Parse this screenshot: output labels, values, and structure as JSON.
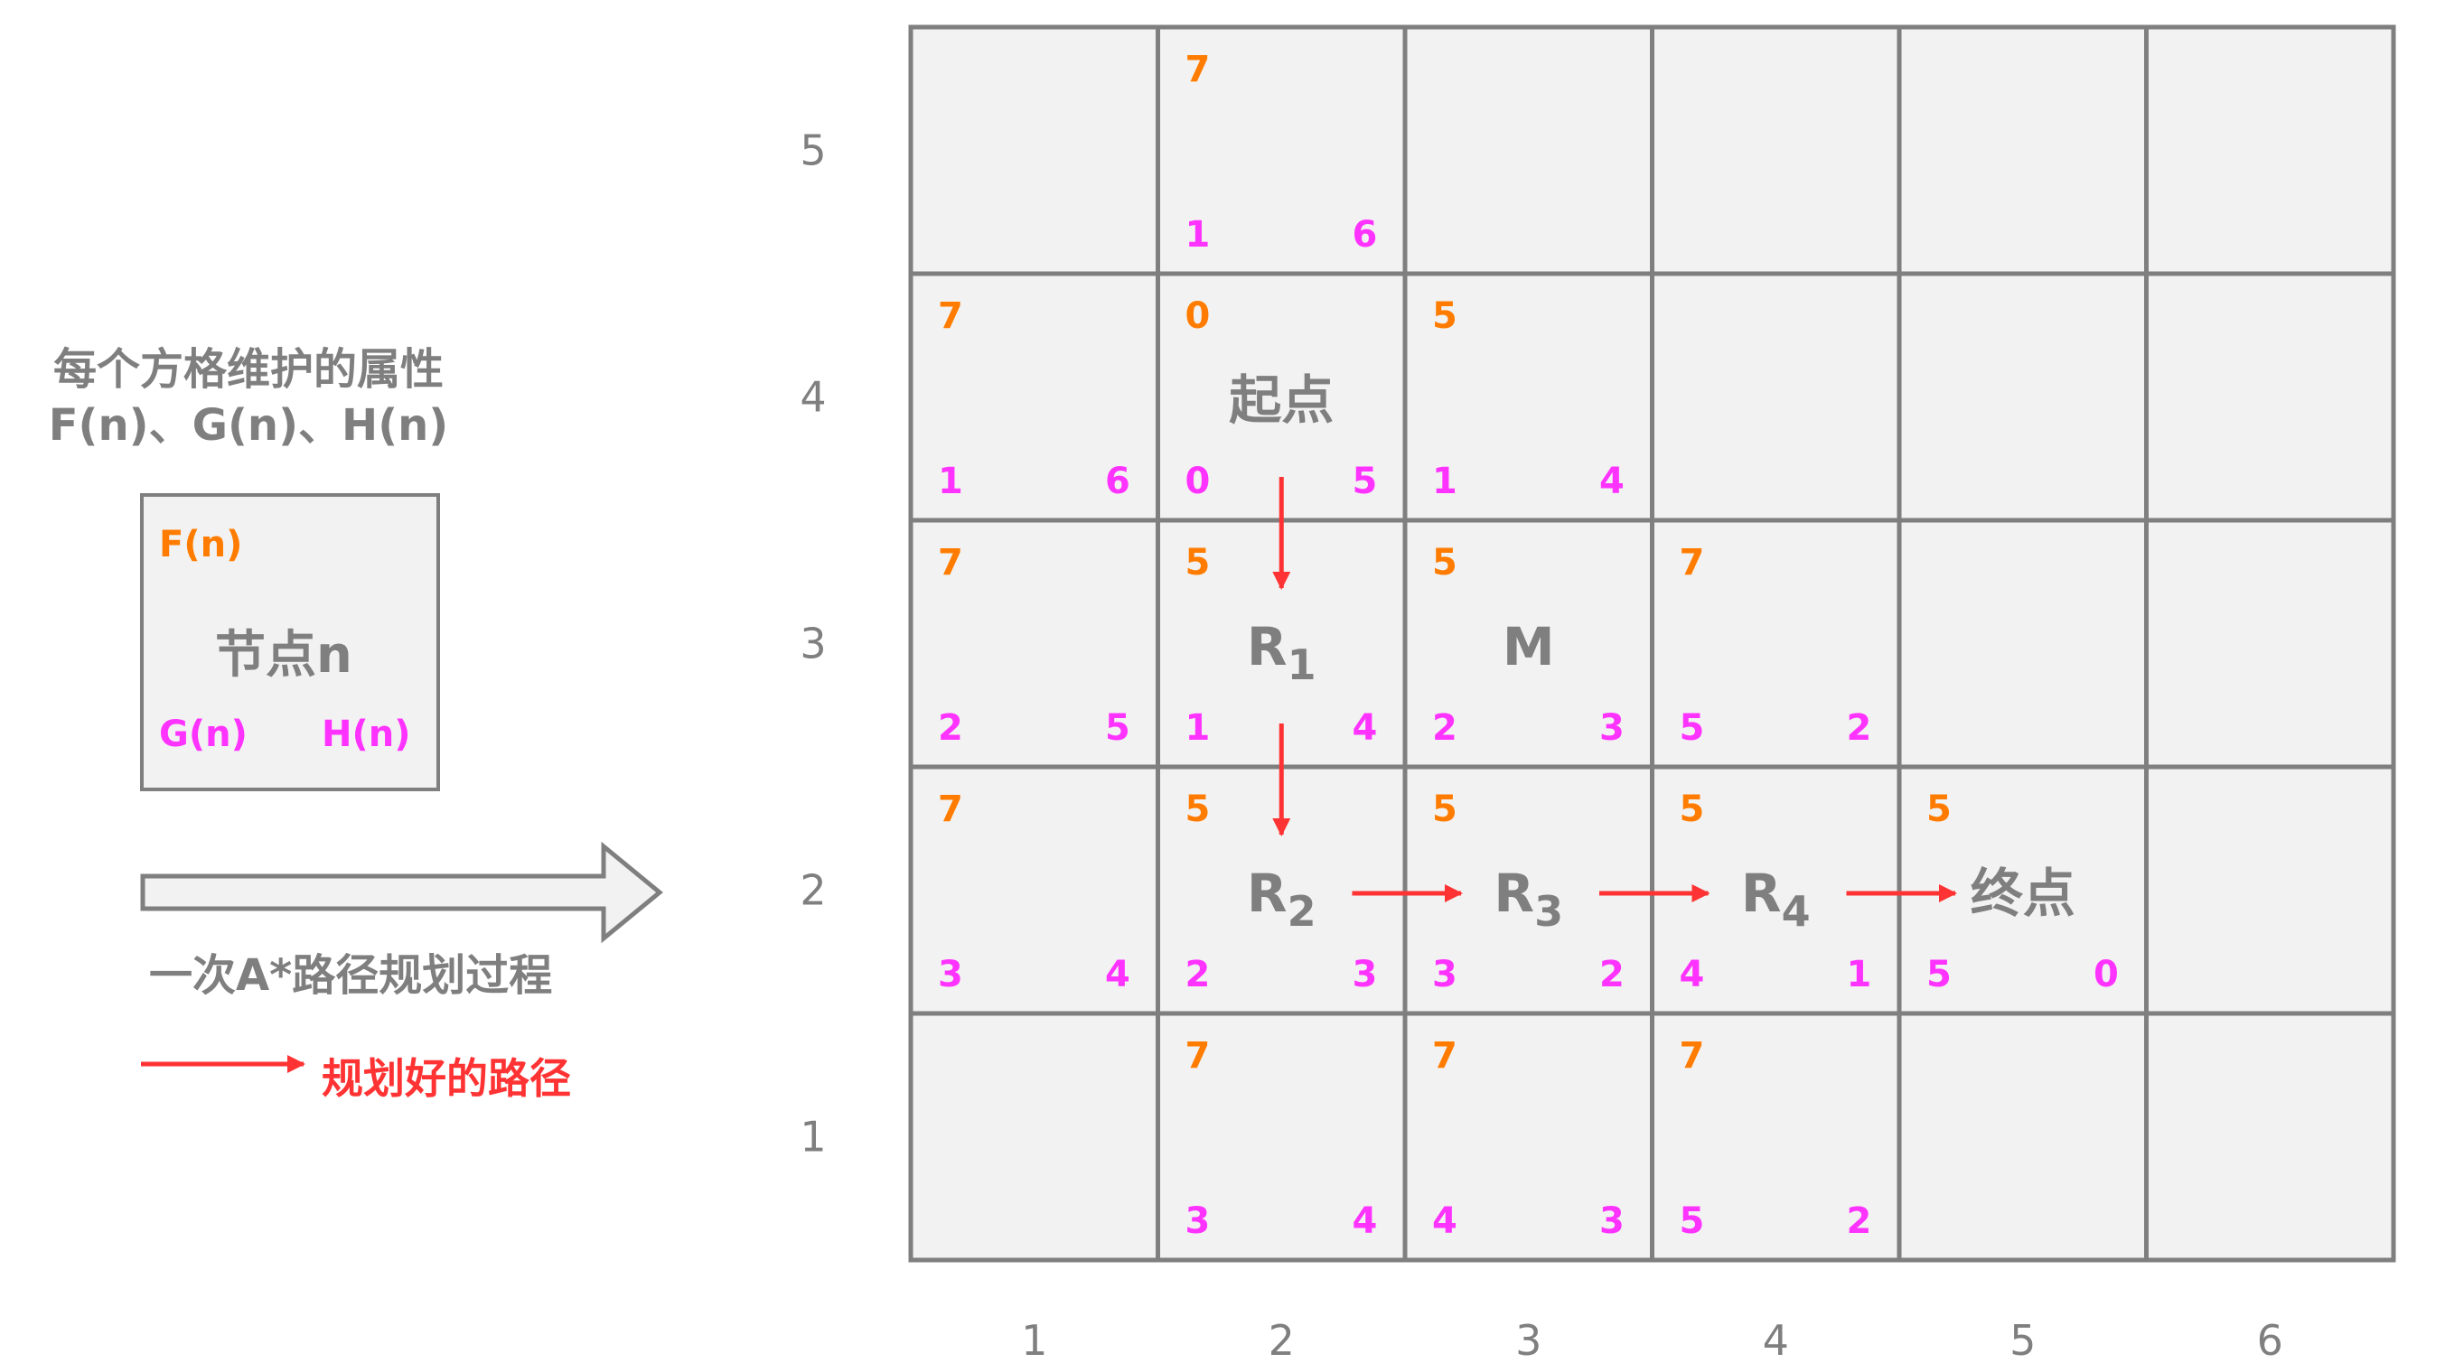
{
  "legend": {
    "title_line1": "每个方格维护的属性",
    "title_line2": "F(n)、G(n)、H(n)",
    "f_label": "F(n)",
    "node_label": "节点n",
    "g_label": "G(n)",
    "h_label": "H(n)",
    "process_label": "一次A*路径规划过程",
    "path_label": "规划好的路径"
  },
  "grid": {
    "cols": 6,
    "rows": 5,
    "x_labels": [
      "1",
      "2",
      "3",
      "4",
      "5",
      "6"
    ],
    "y_labels": [
      "1",
      "2",
      "3",
      "4",
      "5"
    ],
    "cells": [
      {
        "col": 2,
        "row": 5,
        "f": "7",
        "g": "1",
        "h": "6"
      },
      {
        "col": 1,
        "row": 4,
        "f": "7",
        "g": "1",
        "h": "6"
      },
      {
        "col": 2,
        "row": 4,
        "f": "0",
        "g": "0",
        "h": "5",
        "label": "起点"
      },
      {
        "col": 3,
        "row": 4,
        "f": "5",
        "g": "1",
        "h": "4"
      },
      {
        "col": 1,
        "row": 3,
        "f": "7",
        "g": "2",
        "h": "5"
      },
      {
        "col": 2,
        "row": 3,
        "f": "5",
        "g": "1",
        "h": "4",
        "label": "R",
        "sub": "1"
      },
      {
        "col": 3,
        "row": 3,
        "f": "5",
        "g": "2",
        "h": "3",
        "label": "M"
      },
      {
        "col": 4,
        "row": 3,
        "f": "7",
        "g": "5",
        "h": "2"
      },
      {
        "col": 1,
        "row": 2,
        "f": "7",
        "g": "3",
        "h": "4"
      },
      {
        "col": 2,
        "row": 2,
        "f": "5",
        "g": "2",
        "h": "3",
        "label": "R",
        "sub": "2"
      },
      {
        "col": 3,
        "row": 2,
        "f": "5",
        "g": "3",
        "h": "2",
        "label": "R",
        "sub": "3"
      },
      {
        "col": 4,
        "row": 2,
        "f": "5",
        "g": "4",
        "h": "1",
        "label": "R",
        "sub": "4"
      },
      {
        "col": 5,
        "row": 2,
        "f": "5",
        "g": "5",
        "h": "0",
        "label": "终点"
      },
      {
        "col": 2,
        "row": 1,
        "f": "7",
        "g": "3",
        "h": "4"
      },
      {
        "col": 3,
        "row": 1,
        "f": "7",
        "g": "4",
        "h": "3"
      },
      {
        "col": 4,
        "row": 1,
        "f": "7",
        "g": "5",
        "h": "2"
      }
    ],
    "path": [
      [
        2,
        4
      ],
      [
        2,
        3
      ],
      [
        2,
        2
      ],
      [
        3,
        2
      ],
      [
        4,
        2
      ],
      [
        5,
        2
      ]
    ]
  },
  "colors": {
    "grid_line": "#7f7f7f",
    "cell_fill": "#f2f2f2",
    "f_value": "#ff7c00",
    "g_h_value": "#ff33ff",
    "label": "#7f7f7f",
    "path": "#ff3333",
    "axis_label": "#7f7f7f"
  }
}
